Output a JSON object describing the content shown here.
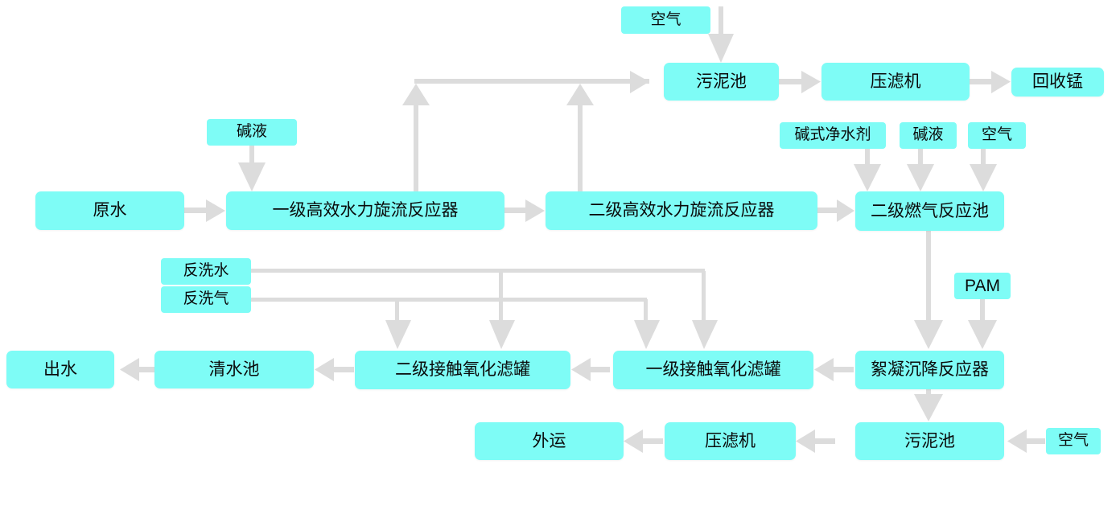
{
  "diagram": {
    "title": "",
    "theme": {
      "node_fill": "#7efcf6",
      "connector": "#d9d9d9",
      "text": "#0a0a0a",
      "background": "#ffffff"
    },
    "nodes": [
      {
        "id": "air_top",
        "label": "空气",
        "kind": "chem"
      },
      {
        "id": "sludge_pool_1",
        "label": "污泥池",
        "kind": "proc"
      },
      {
        "id": "filter_press_1",
        "label": "压滤机",
        "kind": "proc"
      },
      {
        "id": "recover_mn",
        "label": "回收锰",
        "kind": "term"
      },
      {
        "id": "alkali_1",
        "label": "碱液",
        "kind": "chem"
      },
      {
        "id": "raw_water",
        "label": "原水",
        "kind": "term"
      },
      {
        "id": "cyclone_1",
        "label": "一级高效水力旋流反应器",
        "kind": "proc"
      },
      {
        "id": "cyclone_2",
        "label": "二级高效水力旋流反应器",
        "kind": "proc"
      },
      {
        "id": "purifier",
        "label": "碱式净水剂",
        "kind": "chem"
      },
      {
        "id": "alkali_2",
        "label": "碱液",
        "kind": "chem"
      },
      {
        "id": "air_2",
        "label": "空气",
        "kind": "chem"
      },
      {
        "id": "gas_reactor_2",
        "label": "二级燃气反应池",
        "kind": "proc"
      },
      {
        "id": "pam",
        "label": "PAM",
        "kind": "pam"
      },
      {
        "id": "backwash_water",
        "label": "反洗水",
        "kind": "chem"
      },
      {
        "id": "backwash_air",
        "label": "反洗气",
        "kind": "chem"
      },
      {
        "id": "effluent",
        "label": "出水",
        "kind": "term"
      },
      {
        "id": "clear_pool",
        "label": "清水池",
        "kind": "proc"
      },
      {
        "id": "filter_tank_2",
        "label": "二级接触氧化滤罐",
        "kind": "proc"
      },
      {
        "id": "filter_tank_1",
        "label": "一级接触氧化滤罐",
        "kind": "proc"
      },
      {
        "id": "floc_reactor",
        "label": "絮凝沉降反应器",
        "kind": "proc"
      },
      {
        "id": "transport_out",
        "label": "外运",
        "kind": "term"
      },
      {
        "id": "filter_press_2",
        "label": "压滤机",
        "kind": "proc"
      },
      {
        "id": "sludge_pool_2",
        "label": "污泥池",
        "kind": "proc"
      },
      {
        "id": "air_3",
        "label": "空气",
        "kind": "chem"
      }
    ],
    "edges": [
      {
        "from": "air_top",
        "to": "sludge_pool_1",
        "direction": "down"
      },
      {
        "from": "sludge_pool_1",
        "to": "filter_press_1",
        "direction": "right"
      },
      {
        "from": "filter_press_1",
        "to": "recover_mn",
        "direction": "right"
      },
      {
        "from": "cyclone_1",
        "to": "sludge_pool_1",
        "direction": "up-right"
      },
      {
        "from": "cyclone_2",
        "to": "sludge_pool_1",
        "direction": "up-right"
      },
      {
        "from": "alkali_1",
        "to": "cyclone_1",
        "direction": "down"
      },
      {
        "from": "raw_water",
        "to": "cyclone_1",
        "direction": "right"
      },
      {
        "from": "cyclone_1",
        "to": "cyclone_2",
        "direction": "right"
      },
      {
        "from": "cyclone_2",
        "to": "gas_reactor_2",
        "direction": "right"
      },
      {
        "from": "purifier",
        "to": "gas_reactor_2",
        "direction": "down"
      },
      {
        "from": "alkali_2",
        "to": "gas_reactor_2",
        "direction": "down"
      },
      {
        "from": "air_2",
        "to": "gas_reactor_2",
        "direction": "down"
      },
      {
        "from": "gas_reactor_2",
        "to": "floc_reactor",
        "direction": "down"
      },
      {
        "from": "pam",
        "to": "floc_reactor",
        "direction": "down"
      },
      {
        "from": "floc_reactor",
        "to": "filter_tank_1",
        "direction": "left"
      },
      {
        "from": "filter_tank_1",
        "to": "filter_tank_2",
        "direction": "left"
      },
      {
        "from": "filter_tank_2",
        "to": "clear_pool",
        "direction": "left"
      },
      {
        "from": "clear_pool",
        "to": "effluent",
        "direction": "left"
      },
      {
        "from": "backwash_water",
        "to": "filter_tank_1",
        "direction": "right-down"
      },
      {
        "from": "backwash_water",
        "to": "filter_tank_2",
        "direction": "right-down"
      },
      {
        "from": "backwash_air",
        "to": "filter_tank_1",
        "direction": "right-down"
      },
      {
        "from": "backwash_air",
        "to": "filter_tank_2",
        "direction": "right-down"
      },
      {
        "from": "floc_reactor",
        "to": "sludge_pool_2",
        "direction": "down"
      },
      {
        "from": "air_3",
        "to": "sludge_pool_2",
        "direction": "left"
      },
      {
        "from": "sludge_pool_2",
        "to": "filter_press_2",
        "direction": "left"
      },
      {
        "from": "filter_press_2",
        "to": "transport_out",
        "direction": "left"
      }
    ]
  }
}
